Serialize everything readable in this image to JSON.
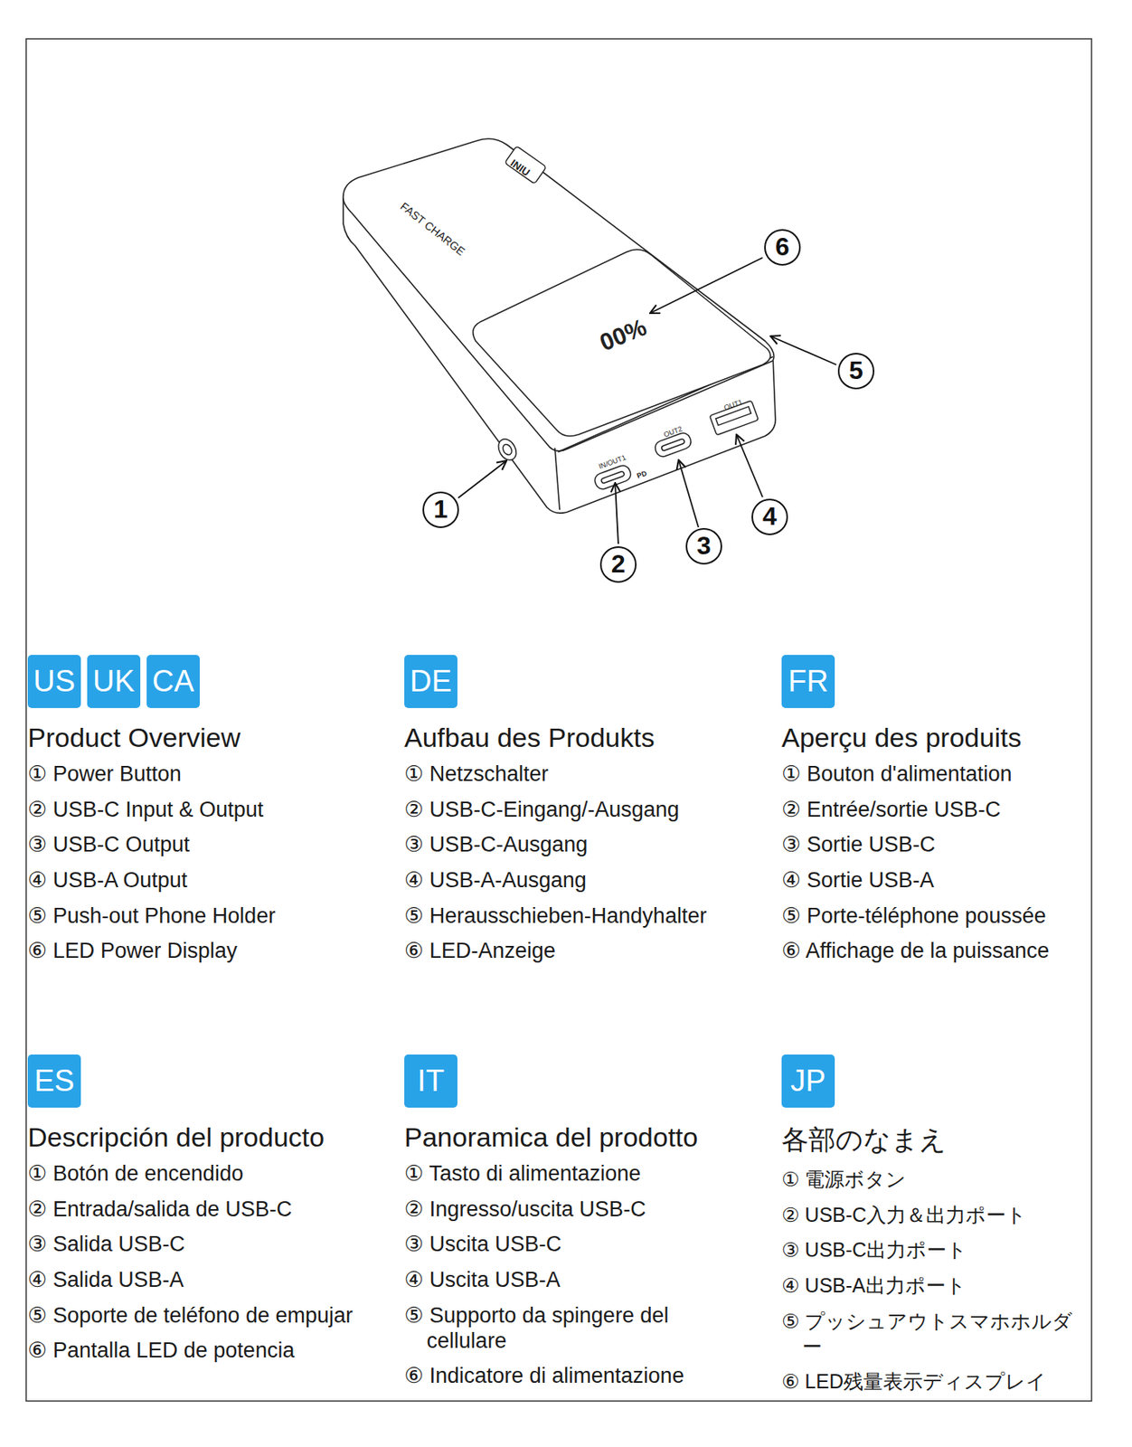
{
  "diagram": {
    "nodes": [
      {
        "text": [
          "US"
        ]
      },
      {
        "text": [
          "UK"
        ]
      },
      {
        "text": [
          "CA"
        ]
      },
      {
        "text": [
          "DE"
        ]
      },
      {
        "text": [
          "FR"
        ]
      },
      {
        "text": [
          "ES"
        ]
      },
      {
        "text": [
          "IT"
        ]
      },
      {
        "text": [
          "JP"
        ]
      }
    ],
    "labels": [
      "6",
      "5",
      "1",
      "4",
      "3",
      "2",
      "INIU",
      "FAST CHARGE",
      "00%",
      "OUT1",
      "OUT2",
      "IN/OUT1",
      "PD",
      "Product Overview",
      "① Power Button",
      "② USB-C Input & Output",
      "③ USB-C Output",
      "④ USB-A Output",
      "⑤ Push-out Phone Holder",
      "⑥ LED Power Display",
      "Aufbau des Produkts",
      "① Netzschalter",
      "② USB-C-Eingang/-Ausgang",
      "③ USB-C-Ausgang",
      "④ USB-A-Ausgang",
      "⑤ Herausschieben-Handyhalter",
      "⑥ LED-Anzeige",
      "Aperçu des produits",
      "① Bouton d'alimentation",
      "② Entrée/sortie USB-C",
      "③ Sortie USB-C",
      "④ Sortie USB-A",
      "⑤ Porte-téléphone poussée",
      "⑥ Affichage de la puissance",
      "Descripción del producto",
      "① Botón de encendido",
      "② Entrada/salida de USB-C",
      "③ Salida USB-C",
      "④ Salida USB-A",
      "⑤ Soporte de teléfono de empujar",
      "⑥ Pantalla LED de potencia",
      "Panoramica del prodotto",
      "① Tasto di alimentazione",
      "② Ingresso/uscita USB-C",
      "③ Uscita USB-C",
      "④ Uscita USB-A",
      "⑤ Supporto da spingere del cellulare",
      "⑥ Indicatore di alimentazione",
      "各部のなまえ",
      "① 電源ボタン",
      "② USB-C入力＆出力ポート",
      "③ USB-C出力ポート",
      "④ USB-A出力ポート",
      "⑤ プッシュアウトスマホホルダー",
      "⑥ LED残量表示ディスプレイ"
    ]
  }
}
